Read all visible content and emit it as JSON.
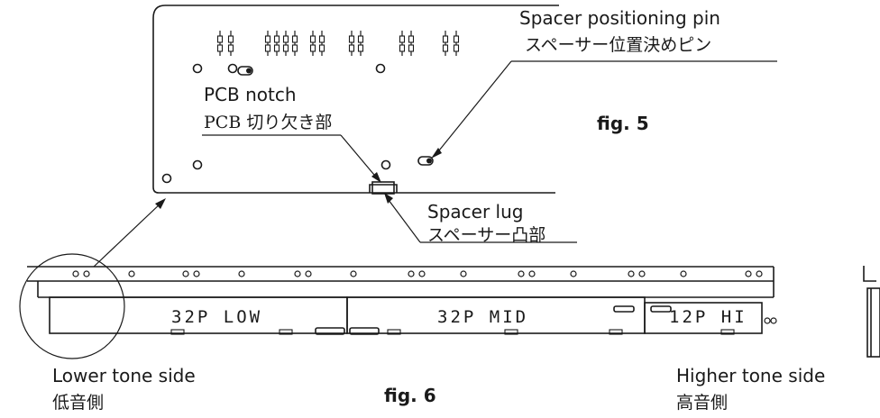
{
  "figure5": {
    "caption": "fig. 5",
    "labels": {
      "pin_en": "Spacer positioning pin",
      "pin_jp": "スペーサー位置決めピン",
      "notch_en": "PCB notch",
      "notch_jp": "PCB 切り欠き部",
      "lug_en": "Spacer lug",
      "lug_jp": "スペーサー凸部"
    }
  },
  "figure6": {
    "caption": "fig. 6",
    "sections": [
      "32P LOW",
      "32P MID",
      "12P HI"
    ],
    "low_side_en": "Lower tone side",
    "low_side_jp": "低音側",
    "high_side_en": "Higher tone side",
    "high_side_jp": "高音側"
  }
}
